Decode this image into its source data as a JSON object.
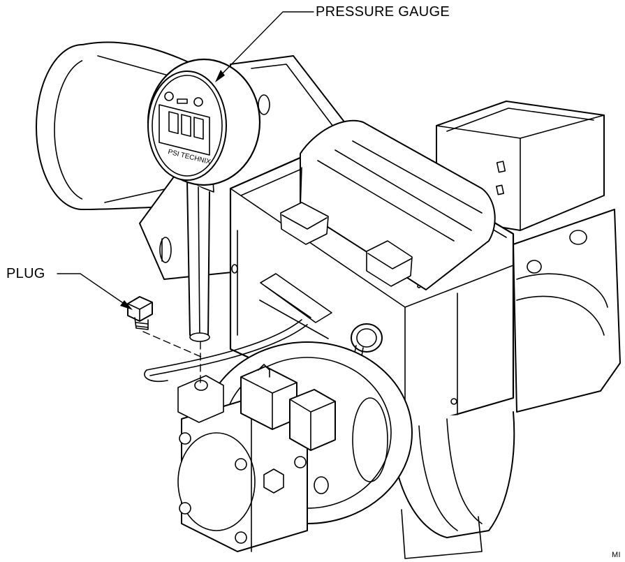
{
  "callouts": {
    "pressure_gauge": "PRESSURE GAUGE",
    "plug": "PLUG"
  },
  "gauge_brand": "PSI TECHNIX",
  "drawing_code": "MI"
}
